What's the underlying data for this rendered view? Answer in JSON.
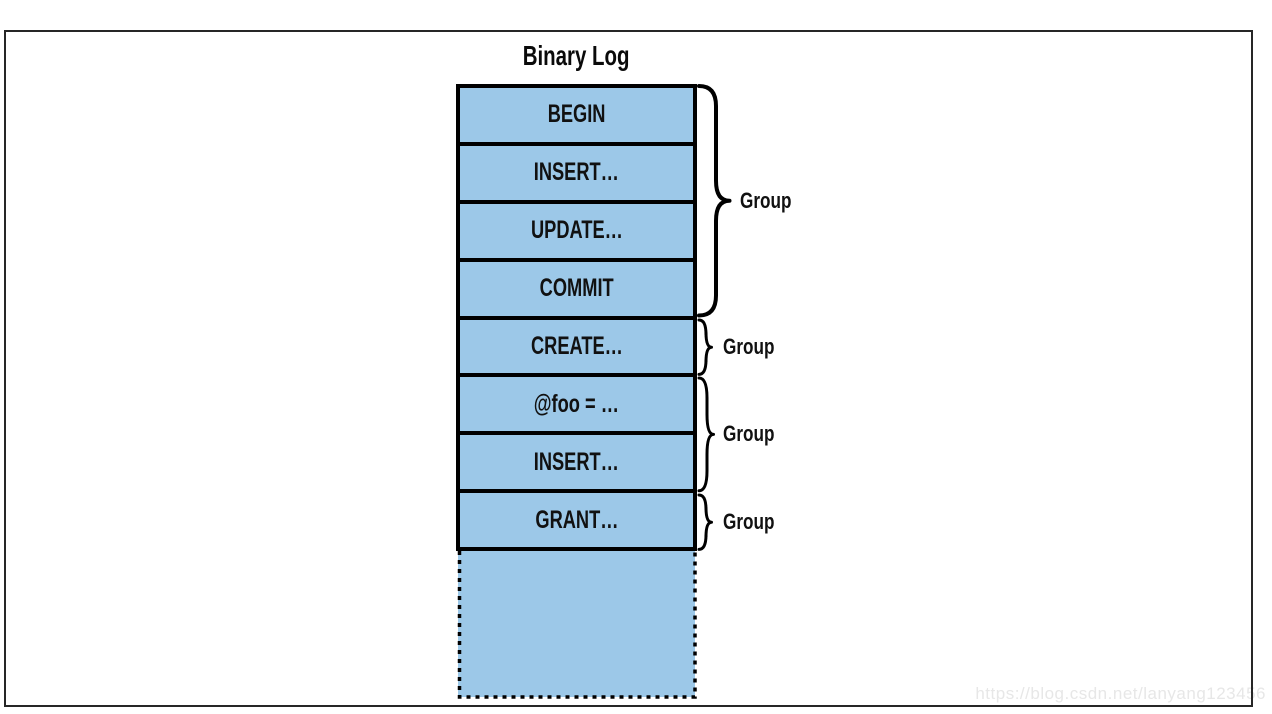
{
  "figure": {
    "title": "Binary Log",
    "events": [
      "BEGIN",
      "INSERT…",
      "UPDATE…",
      "COMMIT",
      "CREATE…",
      "@foo = …",
      "INSERT…",
      "GRANT…"
    ],
    "groups": [
      {
        "label": "Group",
        "start_index": 0,
        "event_count": 4
      },
      {
        "label": "Group",
        "start_index": 4,
        "event_count": 1
      },
      {
        "label": "Group",
        "start_index": 5,
        "event_count": 2
      },
      {
        "label": "Group",
        "start_index": 7,
        "event_count": 1
      }
    ],
    "open_box": {
      "style": "dashed",
      "label": ""
    }
  },
  "watermark": "https://blog.csdn.net/lanyang123456",
  "colors": {
    "box_fill": "#9CC8E8",
    "box_border": "#000000",
    "frame_border": "#262626",
    "watermark_text": "#E7E7E7"
  }
}
